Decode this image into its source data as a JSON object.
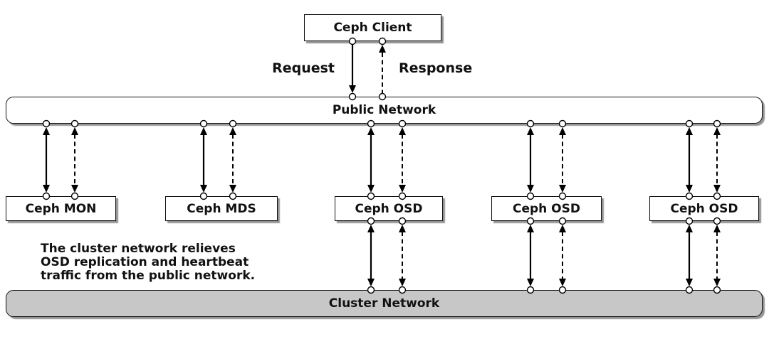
{
  "client": {
    "label": "Ceph Client"
  },
  "flow_labels": {
    "request": "Request",
    "response": "Response"
  },
  "networks": {
    "public": {
      "label": "Public Network"
    },
    "cluster": {
      "label": "Cluster Network"
    }
  },
  "nodes": [
    {
      "label": "Ceph MON"
    },
    {
      "label": "Ceph MDS"
    },
    {
      "label": "Ceph OSD"
    },
    {
      "label": "Ceph OSD"
    },
    {
      "label": "Ceph OSD"
    }
  ],
  "annotation": {
    "lines": [
      "The cluster network relieves",
      "OSD replication and heartbeat",
      "traffic from the public network."
    ]
  },
  "colors": {
    "background": "#ffffff",
    "box_fill": "#ffffff",
    "box_border": "#000000",
    "cluster_network_fill": "#c7c7c7",
    "text": "#000000"
  }
}
